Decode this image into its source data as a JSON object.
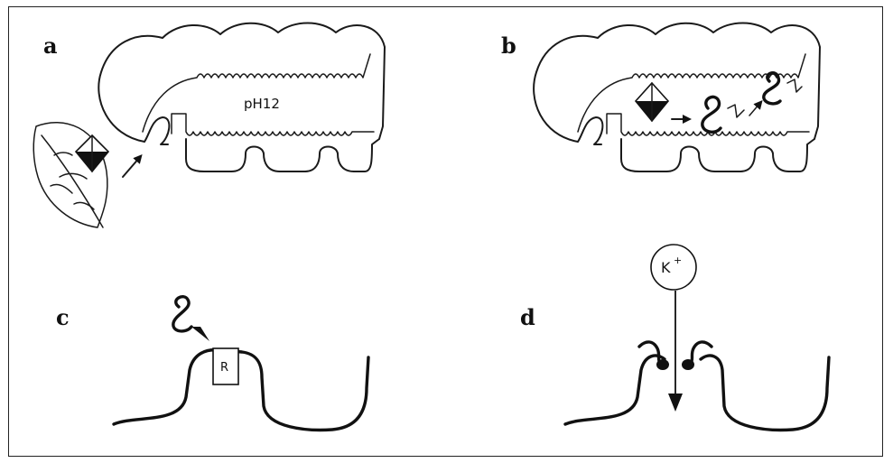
{
  "panels": {
    "a": {
      "label": "a",
      "ph_text": "pH12"
    },
    "b": {
      "label": "b"
    },
    "c": {
      "label": "c",
      "receptor_text": "R"
    },
    "d": {
      "label": "d",
      "ion_text": "K",
      "ion_charge": "+"
    }
  },
  "colors": {
    "ink": "#1a1a1a",
    "background": "#ffffff"
  },
  "icons": [
    "leaf-icon",
    "crystal-icon",
    "toxin-icon",
    "arrow-icon"
  ]
}
